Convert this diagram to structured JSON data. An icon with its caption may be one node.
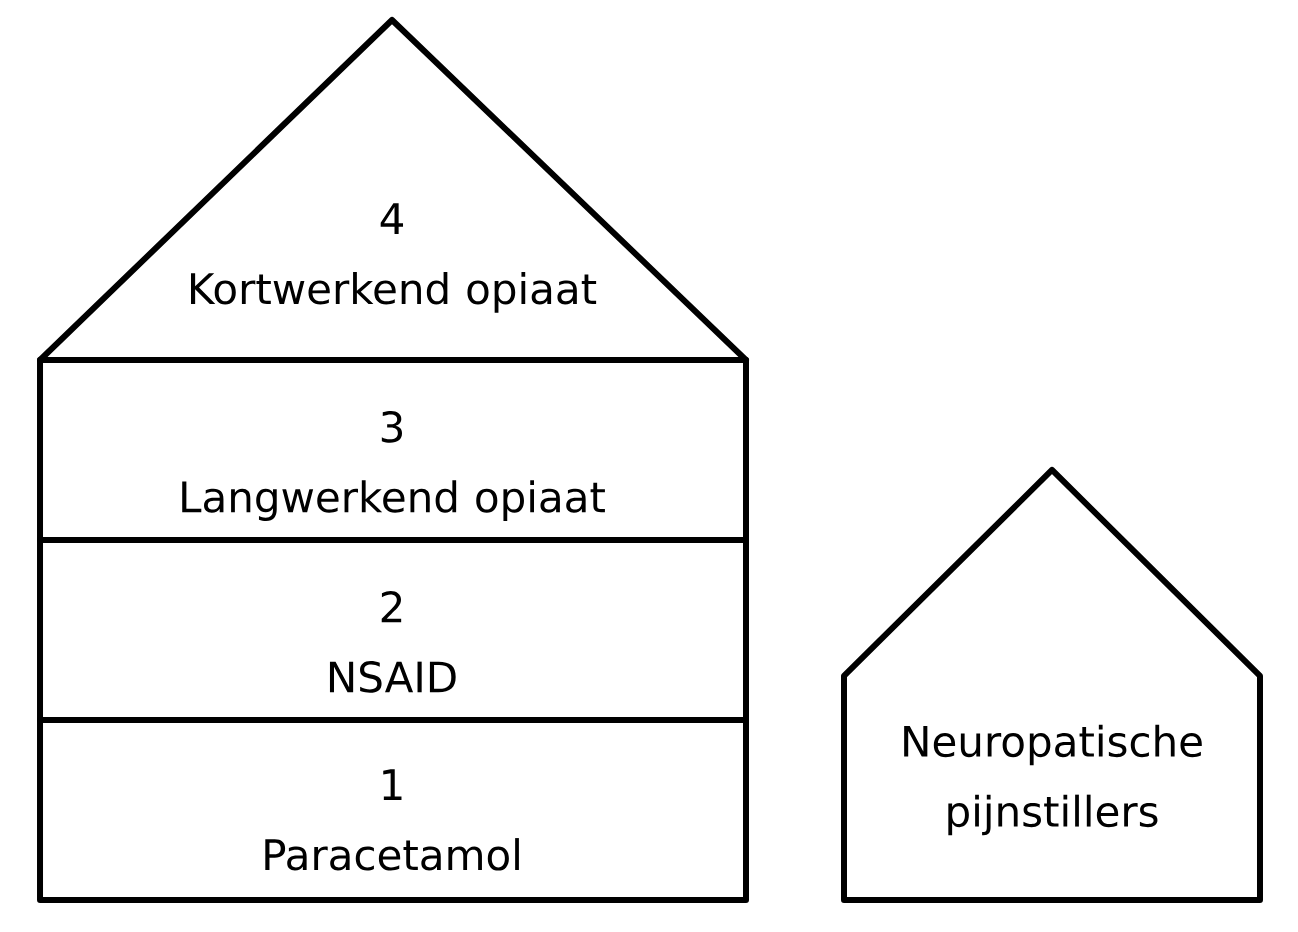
{
  "diagram": {
    "nodes": [
      {
        "text": [
          "4",
          "Kortwerkend opiaat"
        ]
      },
      {
        "text": [
          "3",
          "Langwerkend opiaat"
        ]
      },
      {
        "text": [
          "2",
          "NSAID"
        ]
      },
      {
        "text": [
          "1",
          "Paracetamol"
        ]
      },
      {
        "text": [
          "Neuropatische pijnstillers"
        ]
      }
    ]
  }
}
